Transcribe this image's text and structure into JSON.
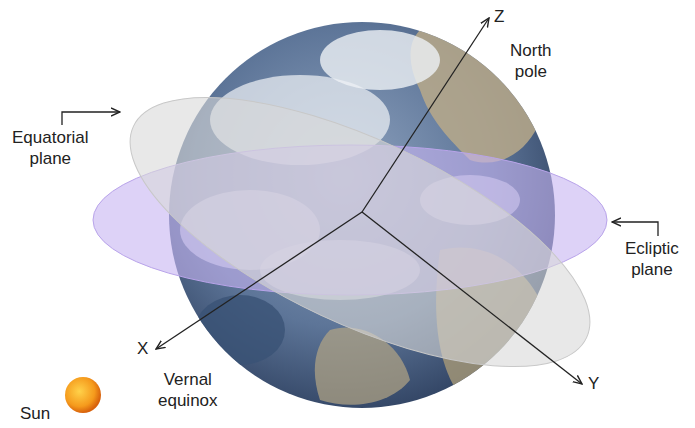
{
  "diagram": {
    "labels": [
      "Z",
      "North pole",
      "Equatorial plane",
      "Ecliptic plane",
      "X",
      "Vernal equinox",
      "Y",
      "Sun"
    ]
  }
}
